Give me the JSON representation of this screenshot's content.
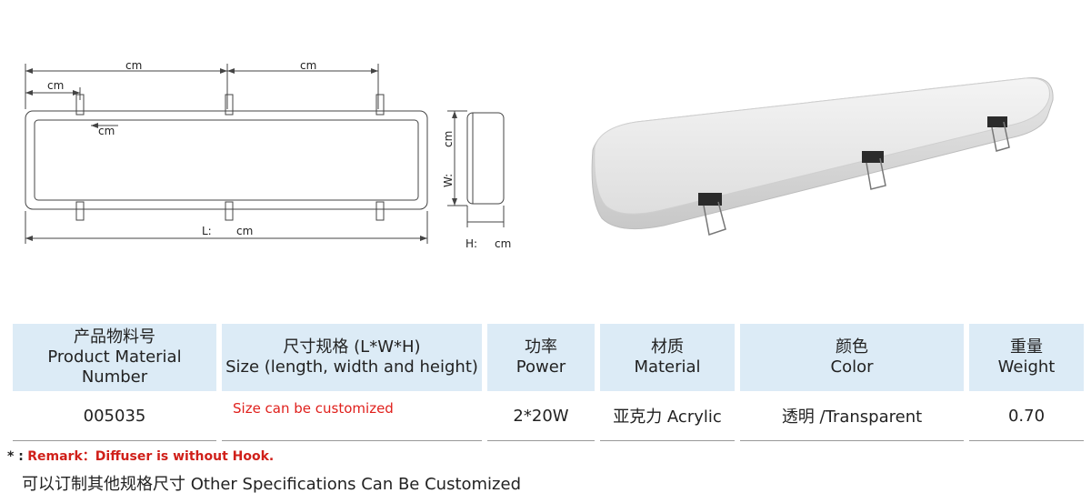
{
  "drawing": {
    "unit": "cm",
    "length_label": "L:",
    "width_label": "W:",
    "height_label": "H:"
  },
  "table": {
    "headers": [
      {
        "cn": "产品物料号",
        "en": "Product Material Number"
      },
      {
        "cn": "尺寸规格 (L*W*H)",
        "en": "Size (length, width and height)"
      },
      {
        "cn": "功率",
        "en": "Power"
      },
      {
        "cn": "材质",
        "en": "Material"
      },
      {
        "cn": "颜色",
        "en": "Color"
      },
      {
        "cn": "重量",
        "en": "Weight"
      }
    ],
    "row": {
      "material_number": "005035",
      "size_note": "Size can be customized",
      "power": "2*20W",
      "material": "亚克力 Acrylic",
      "color": "透明 /Transparent",
      "weight": "0.70"
    }
  },
  "remark": {
    "star": "* :",
    "text": "Remark：Diffuser is without Hook."
  },
  "custom_note": "可以订制其他规格尺寸 Other Specifications Can Be Customized",
  "colors": {
    "header_bg": "#dcebf6",
    "remark_red": "#d0201a"
  }
}
